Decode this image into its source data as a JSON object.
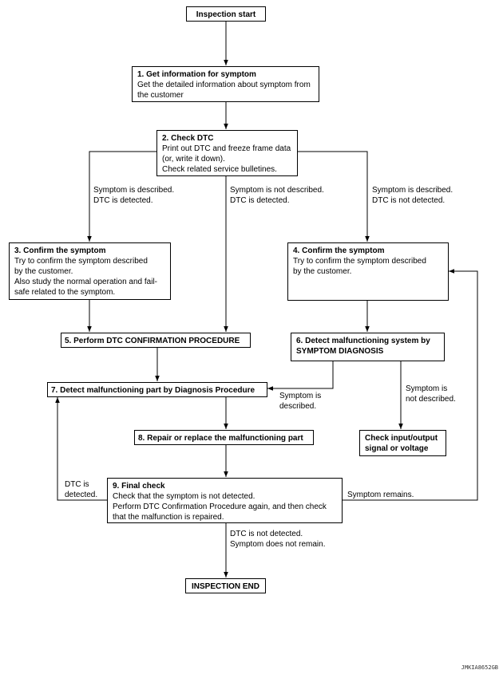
{
  "boxes": {
    "start": {
      "label": "Inspection start"
    },
    "step1": {
      "title": "1. Get information for symptom",
      "lines": [
        "Get the detailed information about symptom from",
        "the customer"
      ]
    },
    "step2": {
      "title": "2. Check DTC",
      "lines": [
        "Print out DTC and freeze frame data",
        "(or, write it down).",
        "Check related service bulletines."
      ]
    },
    "step3": {
      "title": "3. Confirm the symptom",
      "lines": [
        "Try to confirm the symptom described",
        "by the customer.",
        "Also study the normal operation and fail-",
        "safe related to the symptom."
      ]
    },
    "step4": {
      "title": "4. Confirm the symptom",
      "lines": [
        "Try to confirm the symptom described",
        "by the customer."
      ]
    },
    "step5": {
      "title": "5. Perform DTC CONFIRMATION PROCEDURE"
    },
    "step6": {
      "title": "6. Detect malfunctioning system by",
      "title2": "SYMPTOM DIAGNOSIS"
    },
    "step7": {
      "title": "7. Detect malfunctioning part by Diagnosis Procedure"
    },
    "step8": {
      "title": "8. Repair or replace the malfunctioning part"
    },
    "check_io": {
      "title": "Check input/output",
      "title2": "signal or voltage"
    },
    "step9": {
      "title": "9. Final check",
      "lines": [
        "Check that the symptom is not detected.",
        "Perform DTC Confirmation Procedure again, and then check",
        "that the malfunction is repaired."
      ]
    },
    "end": {
      "label": "INSPECTION END"
    }
  },
  "labels": {
    "left_branch": [
      "Symptom is described.",
      "DTC is detected."
    ],
    "mid_branch": [
      "Symptom is not described.",
      "DTC is detected."
    ],
    "right_branch": [
      "Symptom is described.",
      "DTC is not detected."
    ],
    "sym_described": [
      "Symptom is",
      "described."
    ],
    "sym_not_described": [
      "Symptom is",
      "not described."
    ],
    "dtc_detected": [
      "DTC is",
      "detected."
    ],
    "symptom_remains": [
      "Symptom remains."
    ],
    "final_ok": [
      "DTC is not detected.",
      "Symptom does not remain."
    ]
  },
  "footer": {
    "code": "JMKIA8652GB"
  }
}
